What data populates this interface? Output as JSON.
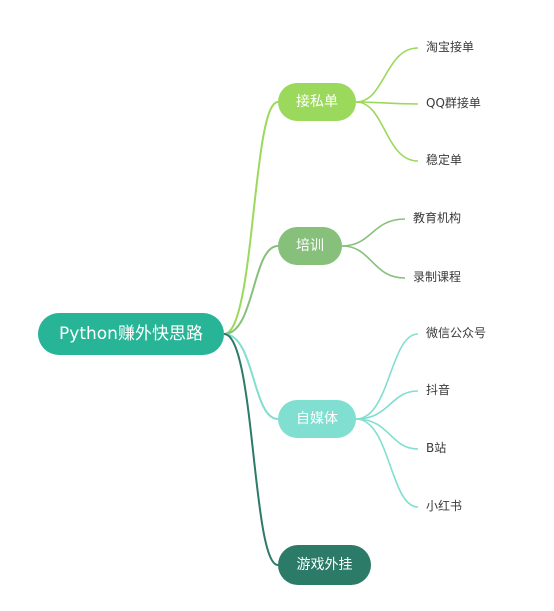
{
  "root": {
    "label": "Python赚外快思路"
  },
  "branches": [
    {
      "label": "接私单",
      "color": "#9bd95c",
      "leaves": [
        "淘宝接单",
        "QQ群接单",
        "稳定单"
      ]
    },
    {
      "label": "培训",
      "color": "#86c07a",
      "leaves": [
        "教育机构",
        "录制课程"
      ]
    },
    {
      "label": "自媒体",
      "color": "#80dfd0",
      "leaves": [
        "微信公众号",
        "抖音",
        "B站",
        "小红书"
      ]
    },
    {
      "label": "游戏外挂",
      "color": "#2c7a68",
      "leaves": []
    }
  ]
}
